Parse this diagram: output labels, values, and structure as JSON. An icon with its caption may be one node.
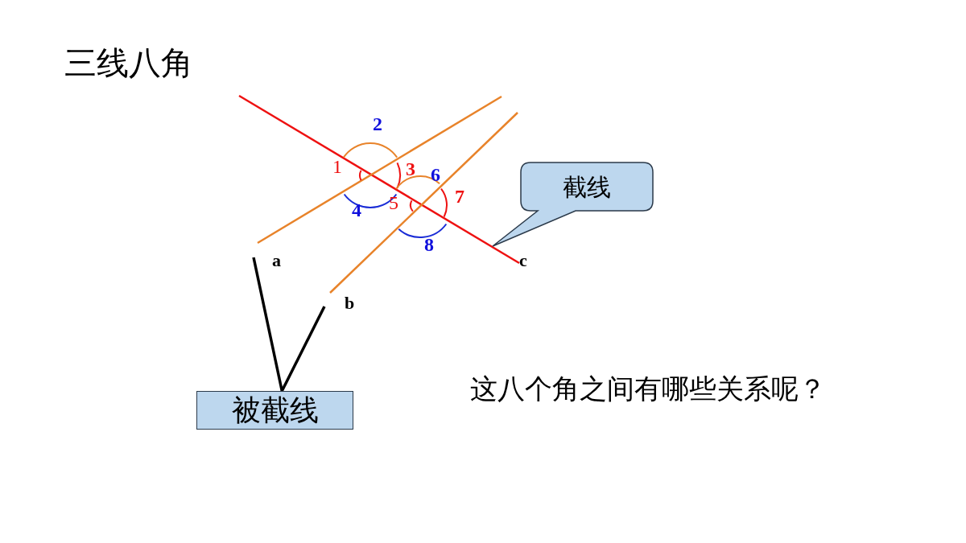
{
  "diagram": {
    "title": "三线八角",
    "nodes": [
      {
        "text": [
          "截线"
        ]
      },
      {
        "text": [
          "被截线"
        ]
      }
    ],
    "edges": [
      {
        "from": 1,
        "to": null,
        "arrow": "none"
      },
      {
        "from": 1,
        "to": null,
        "arrow": "none"
      }
    ],
    "labels": [
      "2",
      "1",
      "3",
      "6",
      "4",
      "5",
      "7",
      "8",
      "a",
      "c",
      "b",
      "这八个角之间有哪些关系呢？"
    ]
  }
}
